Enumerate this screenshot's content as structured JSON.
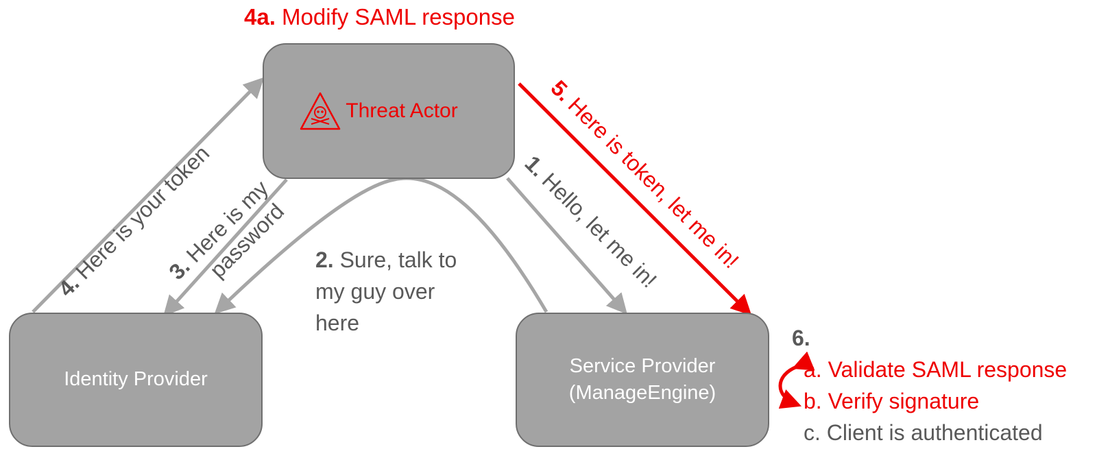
{
  "nodes": {
    "threat_actor": "Threat Actor",
    "identity_provider": "Identity Provider",
    "service_provider_line1": "Service Provider",
    "service_provider_line2": "(ManageEngine)"
  },
  "steps": {
    "s1": {
      "num": "1.",
      "text": "Hello, let me in!"
    },
    "s2": {
      "num": "2.",
      "text": "Sure, talk to",
      "line2": "my guy over",
      "line3": "here"
    },
    "s3": {
      "num": "3.",
      "text": "Here is my",
      "line2": "password"
    },
    "s4": {
      "num": "4.",
      "text": "Here is your token"
    },
    "s4a": {
      "num": "4a.",
      "text": "Modify SAML response"
    },
    "s5": {
      "num": "5.",
      "text": "Here is token, let me in!"
    },
    "s6": {
      "num": "6.",
      "a": "a. Validate SAML response",
      "b": "b. Verify signature",
      "c": "c. Client is authenticated"
    }
  },
  "colors": {
    "accent": "#ee0000",
    "gray_text": "#595959",
    "node_fill": "#a3a3a3",
    "arrow": "#a6a6a6"
  },
  "icons": {
    "threat_actor": "skull-warning-icon"
  }
}
